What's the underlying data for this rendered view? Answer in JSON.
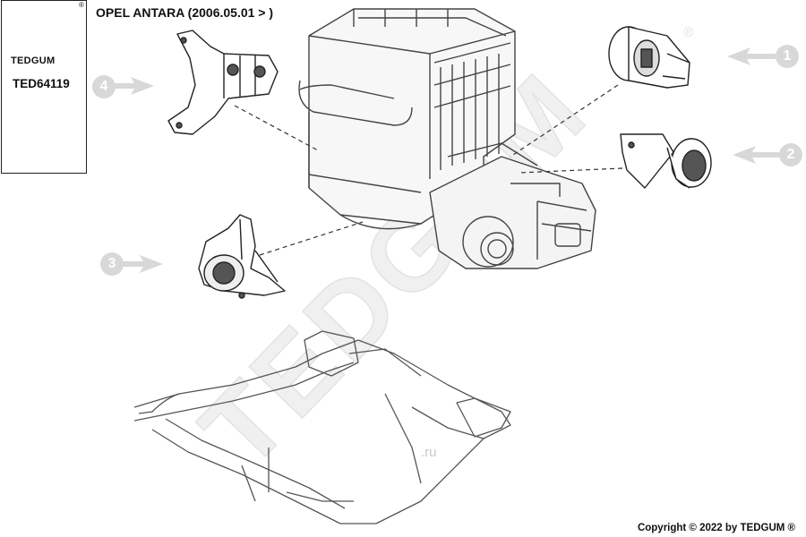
{
  "title": "OPEL ANTARA (2006.05.01 > )",
  "brand": {
    "name": "TEDGUM",
    "registered_mark": "®"
  },
  "part_number": "TED64119",
  "copyright": "Copyright © 2022 by TEDGUM ®",
  "watermark": {
    "text": "TEDGUM",
    "registered_mark": "®",
    "site_suffix": ".ru"
  },
  "callouts": [
    "1",
    "2",
    "3",
    "4"
  ],
  "colors": {
    "callout": "#d8d8d8",
    "watermark": "#e6e6e6",
    "line": "#333333",
    "text": "#111111"
  }
}
